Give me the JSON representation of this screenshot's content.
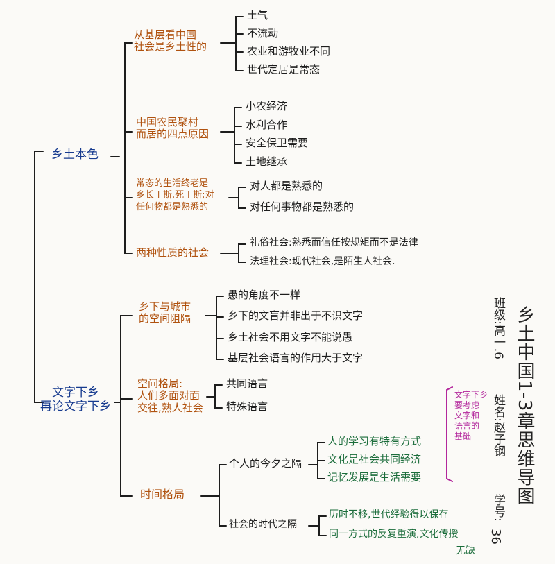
{
  "root1": {
    "label": "乡土本色",
    "branches": [
      {
        "lines": [
          "从基层看中国",
          "社会是乡土性的"
        ],
        "items": [
          "土气",
          "不流动",
          "农业和游牧业不同",
          "世代定居是常态"
        ]
      },
      {
        "lines": [
          "中国农民聚村",
          "而居的四点原因"
        ],
        "items": [
          "小农经济",
          "水利合作",
          "安全保卫需要",
          "土地继承"
        ]
      },
      {
        "lines": [
          "常态的生活终老是",
          "乡长于斯,死于斯;对",
          "任何物都是熟悉的"
        ],
        "items": [
          "对人都是熟悉的",
          "对任何事物都是熟悉的"
        ]
      },
      {
        "lines": [
          "两种性质的社会"
        ],
        "items": [
          "礼俗社会:熟悉而信任按规矩而不是法律",
          "法理社会:现代社会,是陌生人社会."
        ]
      }
    ]
  },
  "root2": {
    "lines": [
      "文字下乡",
      "再论文字下乡"
    ],
    "branches": [
      {
        "lines": [
          "乡下与城市",
          "的空间阻隔"
        ],
        "items": [
          "愚的角度不一样",
          "乡下的文盲并非出于不识文字",
          "乡土社会不用文字不能说愚",
          "基层社会语言的作用大于文字"
        ]
      },
      {
        "lines": [
          "空间格局:",
          "人们多面对面",
          "交往,熟人社会"
        ],
        "items": [
          "共同语言",
          "特殊语言"
        ]
      },
      {
        "lines": [
          "时间格局"
        ],
        "subs": [
          {
            "label": "个人的今夕之隔",
            "items": [
              "人的学习有特有方式",
              "文化是社会共同经济",
              "记忆发展是生活需要"
            ]
          },
          {
            "label": "社会的时代之隔",
            "items": [
              "历时不移,世代经验得以保存",
              "同一方式的反复重演,文化传授",
              "无缺"
            ]
          }
        ]
      }
    ]
  },
  "note": {
    "lines": [
      "文字下乡",
      "要考虑",
      "文字和",
      "语言的",
      "基础"
    ]
  },
  "header": {
    "title": "乡土中国1-3章思维导图",
    "class_label": "班级:高一.6",
    "name_label": "姓名:赵子钢",
    "id_label": "学号:",
    "id_value": "36"
  },
  "colors": {
    "root": "#173b8f",
    "branch": "#b0520f",
    "leaf": "#1d1d1d",
    "green": "#1a6c3a",
    "note": "#b3279c"
  }
}
